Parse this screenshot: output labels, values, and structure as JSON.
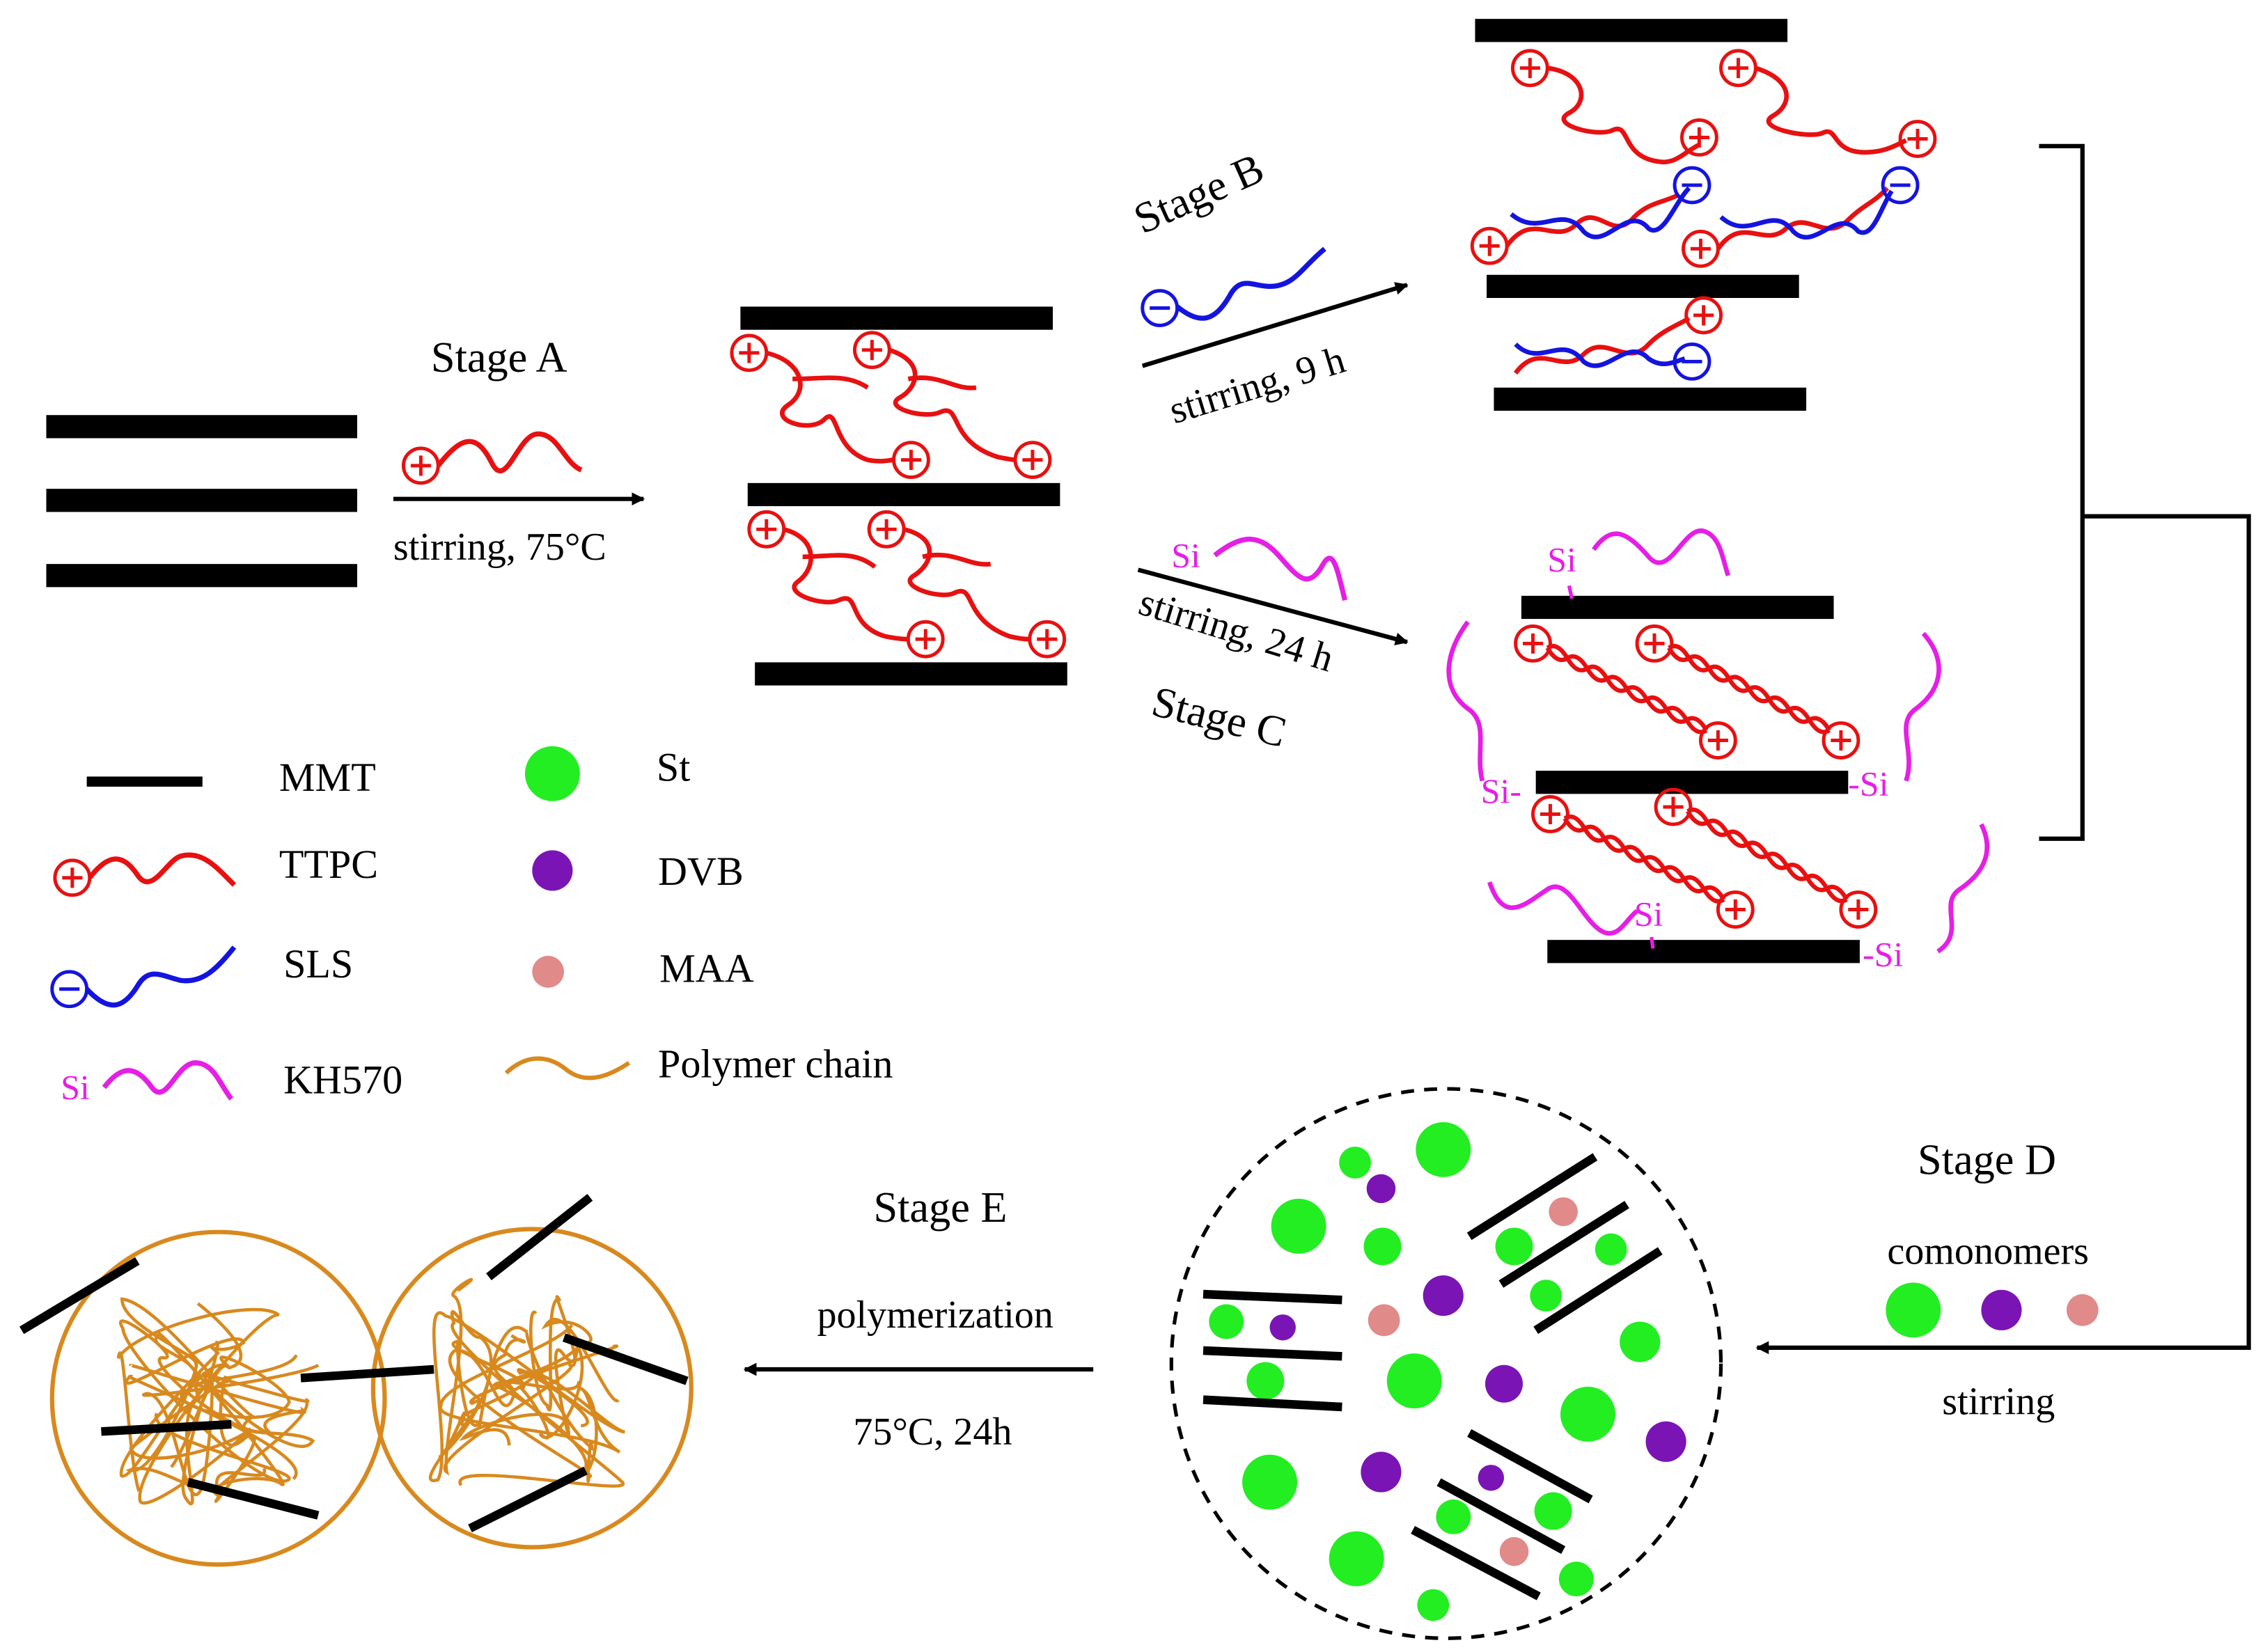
{
  "colors": {
    "clay": "#000000",
    "ttpc": "#e81010",
    "sls": "#1414e0",
    "kh570": "#e61ee6",
    "polymer": "#d8891e",
    "st": "#22ee22",
    "dvb": "#7a14b4",
    "maa": "#e08a8a"
  },
  "stages": {
    "a": {
      "name": "Stage A",
      "condition": "stirring, 75°C"
    },
    "b": {
      "name": "Stage B",
      "condition": "stirring, 9 h"
    },
    "c": {
      "name": "Stage C",
      "condition": "stirring, 24 h"
    },
    "d": {
      "name": "Stage D",
      "label": "comonomers",
      "condition": "stirring"
    },
    "e": {
      "name": "Stage E",
      "label": "polymerization",
      "condition": "75°C, 24h"
    }
  },
  "legend": [
    {
      "key": "mmt",
      "label": "MMT"
    },
    {
      "key": "ttpc",
      "label": "TTPC"
    },
    {
      "key": "sls",
      "label": "SLS"
    },
    {
      "key": "kh570",
      "label": "KH570"
    },
    {
      "key": "st",
      "label": "St"
    },
    {
      "key": "dvb",
      "label": "DVB"
    },
    {
      "key": "maa",
      "label": "MAA"
    },
    {
      "key": "polymer",
      "label": "Polymer chain"
    }
  ],
  "symbols": {
    "si": "Si",
    "si_left": "Si-",
    "si_right": "-Si"
  }
}
